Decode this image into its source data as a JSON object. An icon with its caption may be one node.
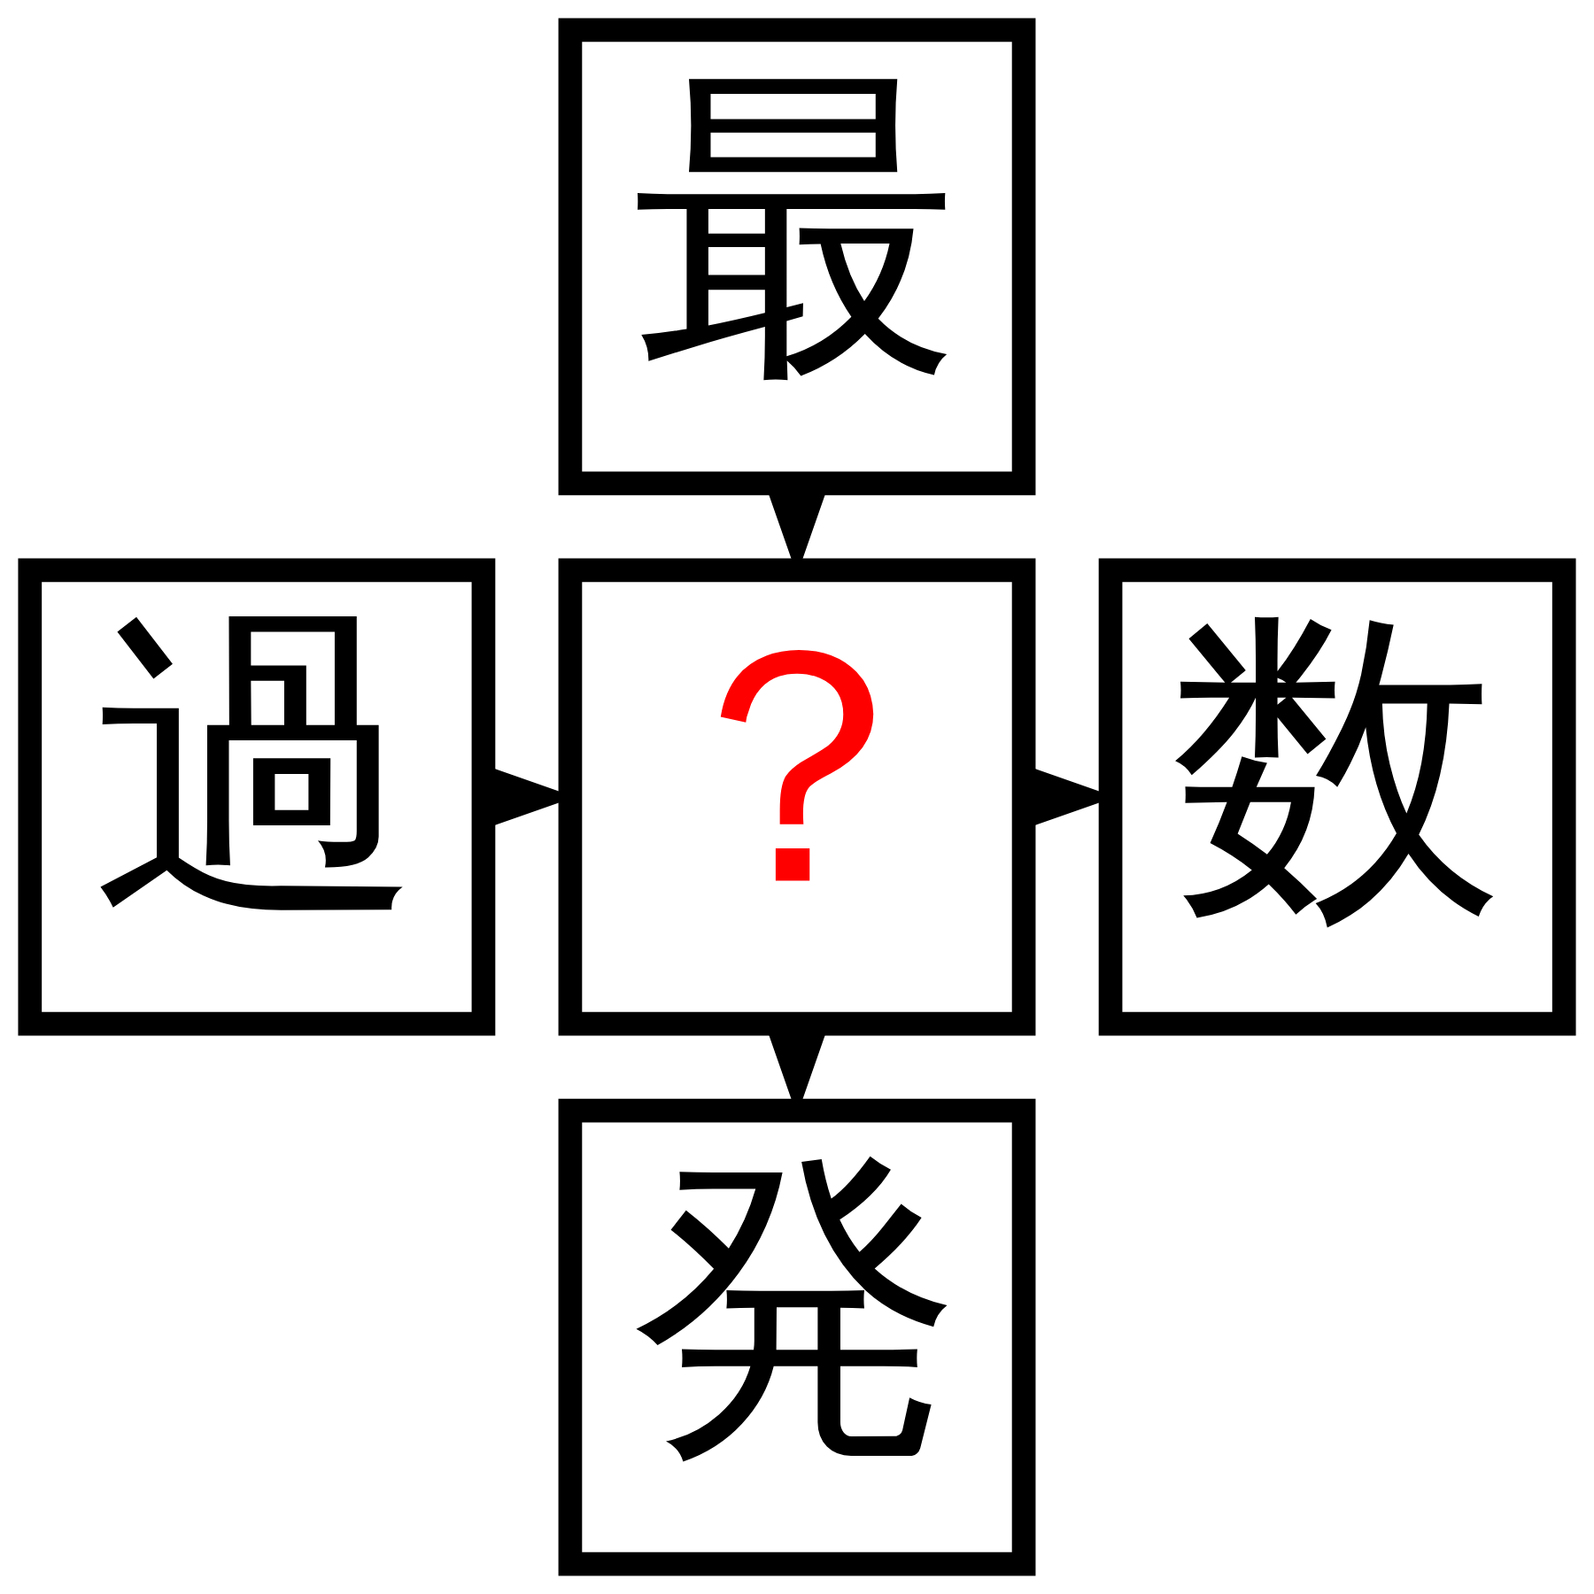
{
  "diagram": {
    "nodes": [
      {
        "text": [
          "最"
        ]
      },
      {
        "text": [
          "過"
        ]
      },
      {
        "text": [
          "？"
        ]
      },
      {
        "text": [
          "数"
        ]
      },
      {
        "text": [
          "発"
        ]
      }
    ],
    "edges": [
      {
        "from": 0,
        "to": 2,
        "arrow": "to"
      },
      {
        "from": 1,
        "to": 2,
        "arrow": "to"
      },
      {
        "from": 2,
        "to": 3,
        "arrow": "to"
      },
      {
        "from": 2,
        "to": 4,
        "arrow": "to"
      }
    ]
  }
}
